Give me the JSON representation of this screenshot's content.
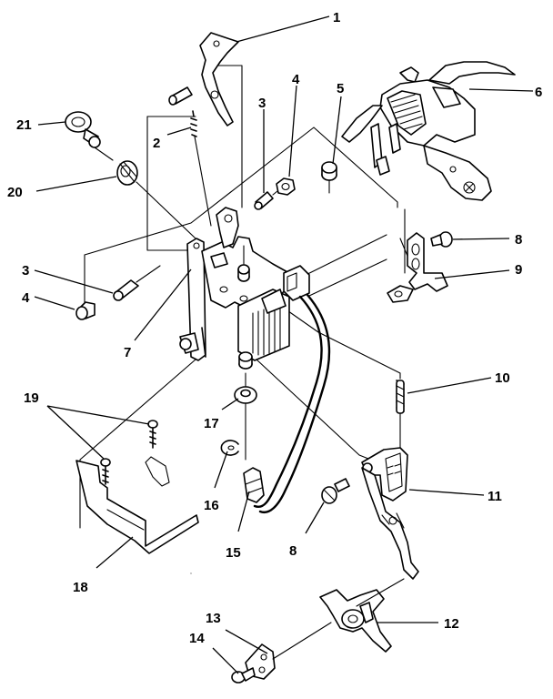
{
  "labels": {
    "p1": "1",
    "p2": "2",
    "p3a": "3",
    "p4a": "4",
    "p5": "5",
    "p6": "6",
    "p8a": "8",
    "p9": "9",
    "p3b": "3",
    "p4b": "4",
    "p7": "7",
    "p10": "10",
    "p11": "11",
    "p8b": "8",
    "p12": "12",
    "p13": "13",
    "p14": "14",
    "p15": "15",
    "p16": "16",
    "p17": "17",
    "p18": "18",
    "p19": "19",
    "p20": "20",
    "p21": "21"
  }
}
